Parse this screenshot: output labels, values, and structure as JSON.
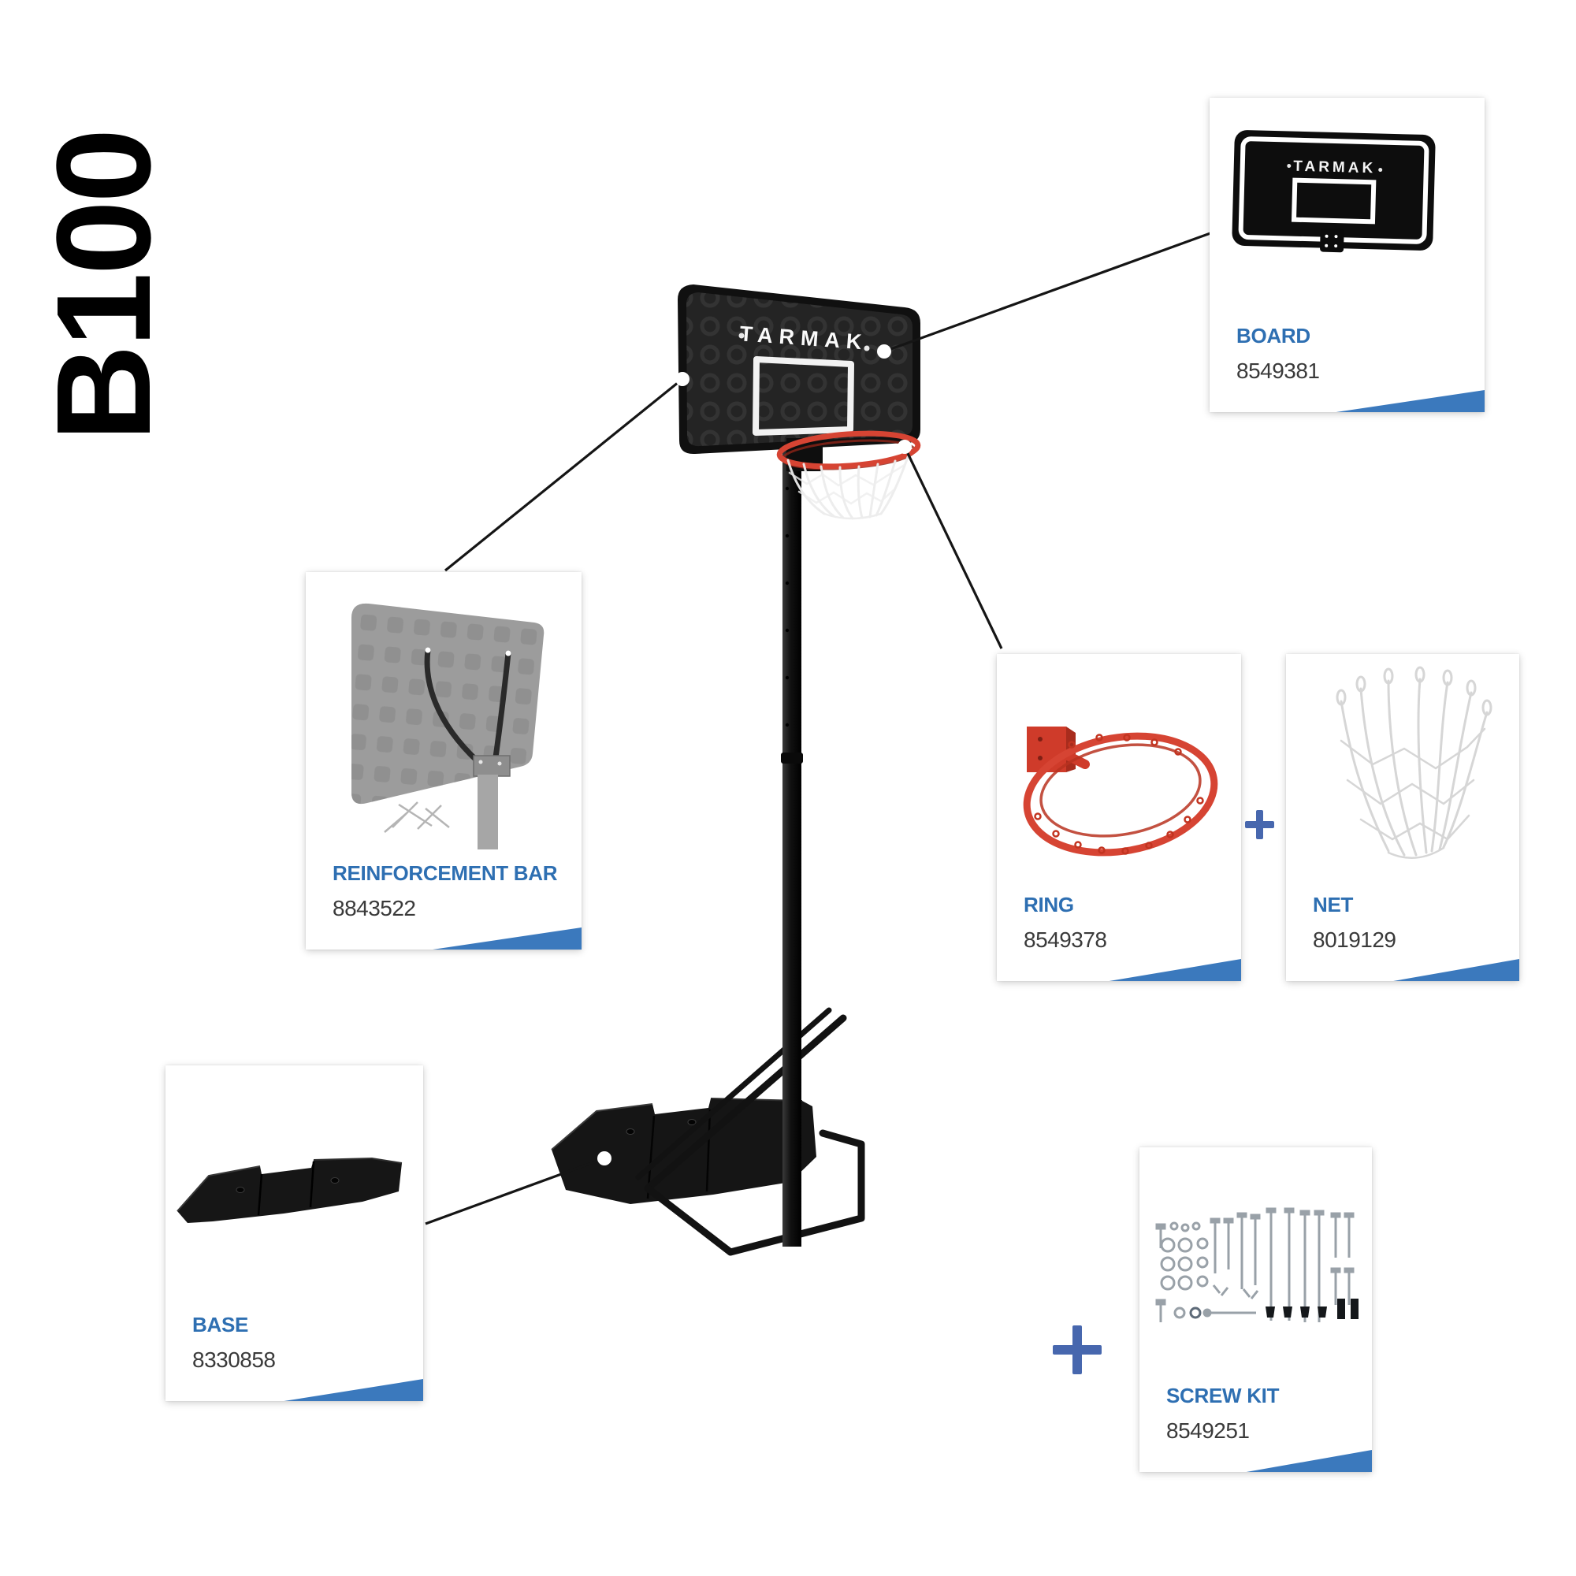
{
  "product_code": "B100",
  "brand": "TARMAK",
  "plus_sign": "+",
  "colors": {
    "label_blue": "#2e6fb2",
    "wedge_blue": "#3b79bd",
    "plus_blue": "#4767ae",
    "ring_red": "#d64433",
    "number_gray": "#3a3a3a",
    "line_black": "#151515"
  },
  "parts": {
    "board": {
      "label": "BOARD",
      "ref": "8549381"
    },
    "reinforcement_bar": {
      "label": "REINFORCEMENT BAR",
      "ref": "8843522"
    },
    "ring": {
      "label": "RING",
      "ref": "8549378"
    },
    "net": {
      "label": "NET",
      "ref": "8019129"
    },
    "base": {
      "label": "BASE",
      "ref": "8330858"
    },
    "screw_kit": {
      "label": "SCREW KIT",
      "ref": "8549251"
    }
  }
}
